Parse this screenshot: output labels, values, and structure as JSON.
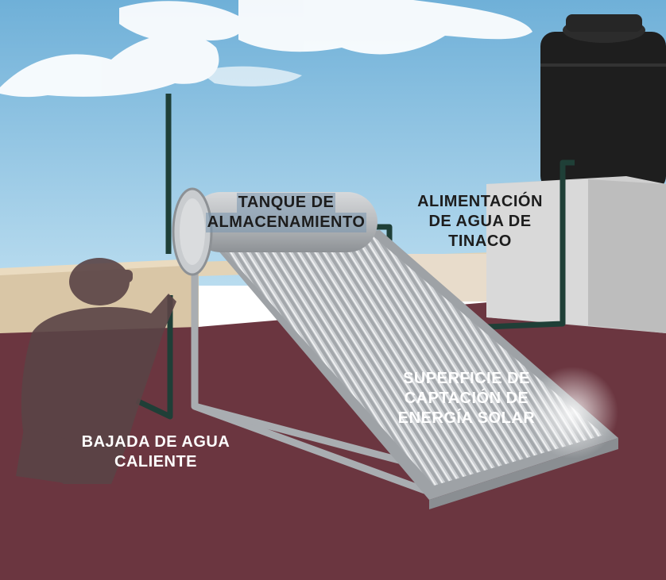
{
  "labels": {
    "storage_tank": [
      "TANQUE DE",
      "ALMACENAMIENTO"
    ],
    "water_feed": [
      "ALIMENTACIÓN",
      "DE AGUA DE",
      "TINACO"
    ],
    "collector_surface": [
      "SUPERFICIE DE",
      "CAPTACIÓN DE",
      "ENERGÍA SOLAR"
    ],
    "hot_water_down": [
      "BAJADA DE AGUA",
      "CALIENTE"
    ]
  },
  "colors": {
    "sky": "#8fc3e2",
    "cloud": "#ffffff",
    "roof": "#6b3640",
    "parapet": "#d9c6a6",
    "tinaco": "#1e1e1e",
    "tinaco_base": "#d3d3d3",
    "pipe": "#1f3f37",
    "collector": "#c4c7ca",
    "worker_silhouette": "#4a3a3c"
  }
}
